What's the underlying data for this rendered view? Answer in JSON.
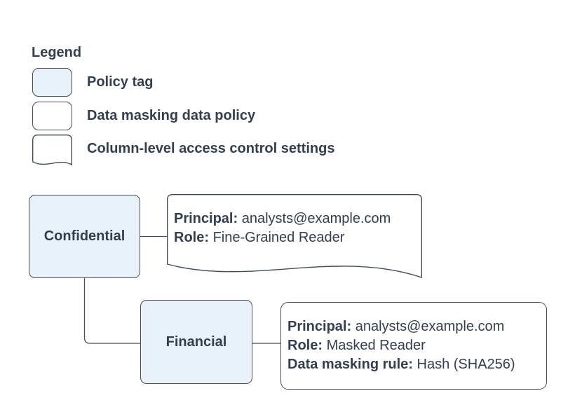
{
  "legend": {
    "title": "Legend",
    "items": [
      {
        "id": "policy-tag",
        "label": "Policy tag",
        "swatch_shape": "rounded-rect",
        "swatch_fill": "#E9F1FB"
      },
      {
        "id": "data-masking-data-policy",
        "label": "Data masking data policy",
        "swatch_shape": "rounded-rect",
        "swatch_fill": "#FFFFFF"
      },
      {
        "id": "column-level-access-control-settings",
        "label": "Column-level access control settings",
        "swatch_shape": "document",
        "swatch_fill": "#FFFFFF"
      }
    ]
  },
  "nodes": {
    "confidential": {
      "type": "policy-tag",
      "label": "Confidential"
    },
    "financial": {
      "type": "policy-tag",
      "label": "Financial"
    },
    "access_control": {
      "type": "column-level-access-control-settings",
      "fields": [
        {
          "label": "Principal:",
          "value": "analysts@example.com"
        },
        {
          "label": "Role:",
          "value": "Fine-Grained Reader"
        }
      ]
    },
    "masking_policy": {
      "type": "data-masking-data-policy",
      "fields": [
        {
          "label": "Principal:",
          "value": "analysts@example.com"
        },
        {
          "label": "Role:",
          "value": "Masked Reader"
        },
        {
          "label": "Data masking rule:",
          "value": "Hash (SHA256)"
        }
      ]
    }
  },
  "edges": [
    {
      "from": "confidential",
      "to": "access_control"
    },
    {
      "from": "confidential",
      "to": "financial"
    },
    {
      "from": "financial",
      "to": "masking_policy"
    }
  ],
  "colors": {
    "policy_tag_fill": "#E9F1FB",
    "shape_border": "#434C59",
    "text": "#333E4E",
    "background": "#FFFFFF"
  }
}
